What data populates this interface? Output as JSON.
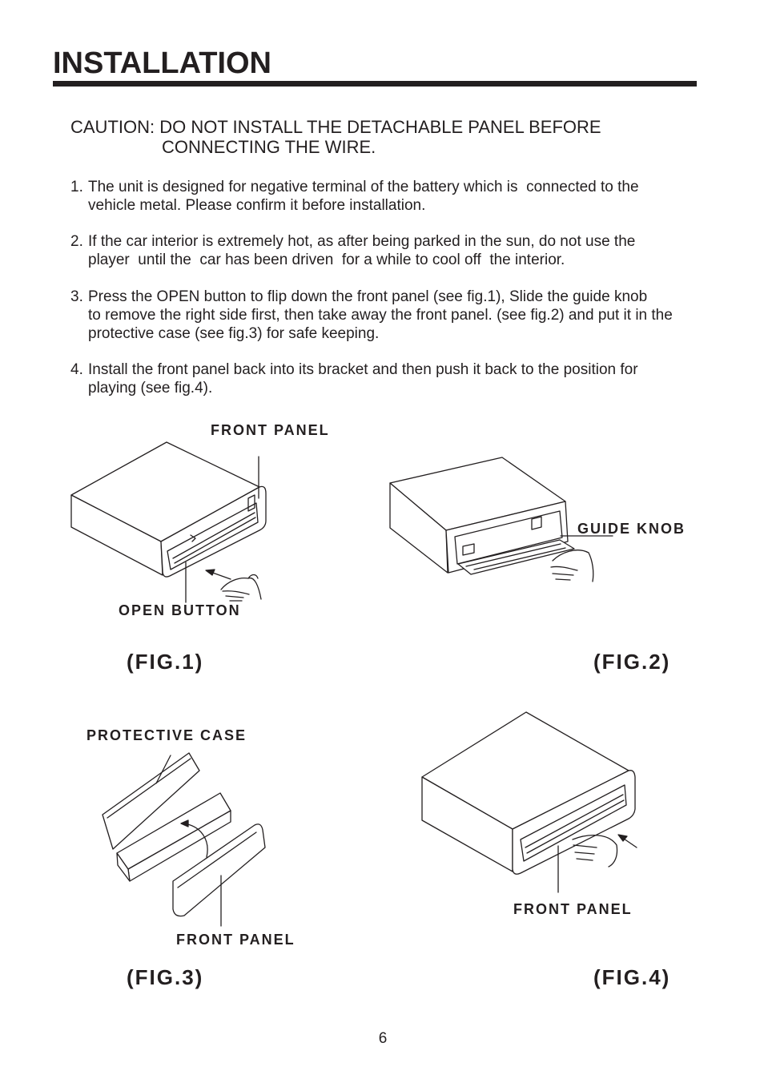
{
  "page": {
    "title": "INSTALLATION",
    "page_number": "6"
  },
  "caution": {
    "line1": "CAUTION: DO NOT INSTALL THE DETACHABLE PANEL BEFORE",
    "line2": "CONNECTING THE WIRE."
  },
  "steps": [
    {
      "number": "1.",
      "lines": [
        "The unit is designed for negative terminal of the battery which is  connected to the",
        "vehicle metal. Please confirm it before installation."
      ]
    },
    {
      "number": "2.",
      "lines": [
        "If the car interior is extremely hot, as after being parked in the sun, do not use the",
        "player  until the  car has been driven  for a while to cool off  the interior."
      ]
    },
    {
      "number": "3.",
      "lines": [
        "Press the OPEN button to flip down the front panel (see fig.1), Slide the guide knob",
        "to remove the right side first, then take away the front panel. (see fig.2) and put it in the",
        "protective case (see fig.3) for safe keeping."
      ]
    },
    {
      "number": "4.",
      "lines": [
        "Install the front panel back into its bracket and then push it back to the position for",
        "playing (see fig.4)."
      ]
    }
  ],
  "figures": {
    "fig1": {
      "caption": "(FIG.1)",
      "front_panel_label": "FRONT PANEL",
      "open_button_label": "OPEN BUTTON"
    },
    "fig2": {
      "caption": "(FIG.2)",
      "guide_knob_label": "GUIDE KNOB"
    },
    "fig3": {
      "caption": "(FIG.3)",
      "protective_case_label": "PROTECTIVE CASE",
      "front_panel_label": "FRONT PANEL"
    },
    "fig4": {
      "caption": "(FIG.4)",
      "front_panel_label": "FRONT PANEL"
    }
  },
  "colors": {
    "ink": "#231f20",
    "paper": "#ffffff"
  }
}
